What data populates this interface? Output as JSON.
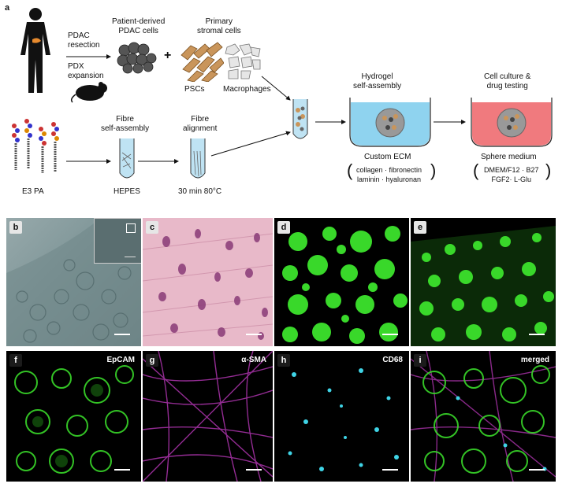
{
  "panel_a": {
    "letter": "a",
    "pdac_resection": [
      "PDAC",
      "resection"
    ],
    "pdx_expansion": [
      "PDX",
      "expansion"
    ],
    "patient_cells": [
      "Patient-derived",
      "PDAC cells"
    ],
    "plus": "+",
    "stromal": [
      "Primary",
      "stromal cells"
    ],
    "pscs": "PSCs",
    "macrophages": "Macrophages",
    "hydrogel": [
      "Hydrogel",
      "self-assembly"
    ],
    "culture": [
      "Cell culture &",
      "drug testing"
    ],
    "fibre_self": [
      "Fibre",
      "self-assembly"
    ],
    "fibre_align": [
      "Fibre",
      "alignment"
    ],
    "hepes": "HEPES",
    "temp": "30 min 80°C",
    "e3pa": "E3 PA",
    "custom_ecm": "Custom ECM",
    "ecm_items": [
      "collagen · fibronectin",
      "laminin · hyaluronan"
    ],
    "sphere_medium": "Sphere medium",
    "medium_items": [
      "DMEM/F12 · B27",
      "FGF2· L-Glu"
    ]
  },
  "panels": [
    {
      "letter": "b",
      "channel": ""
    },
    {
      "letter": "c",
      "channel": ""
    },
    {
      "letter": "d",
      "channel": ""
    },
    {
      "letter": "e",
      "channel": ""
    },
    {
      "letter": "f",
      "channel": "EpCAM"
    },
    {
      "letter": "g",
      "channel": "α-SMA"
    },
    {
      "letter": "h",
      "channel": "CD68"
    },
    {
      "letter": "i",
      "channel": "merged"
    }
  ],
  "colors": {
    "gfp": "#39d82a",
    "magenta": "#c43bc4",
    "cyan": "#3fd4e6",
    "he_pink": "#e8b9c9",
    "brightfield": "#7e9597",
    "dish_blue": "#8fd3ef",
    "dish_red": "#f07a7e"
  }
}
